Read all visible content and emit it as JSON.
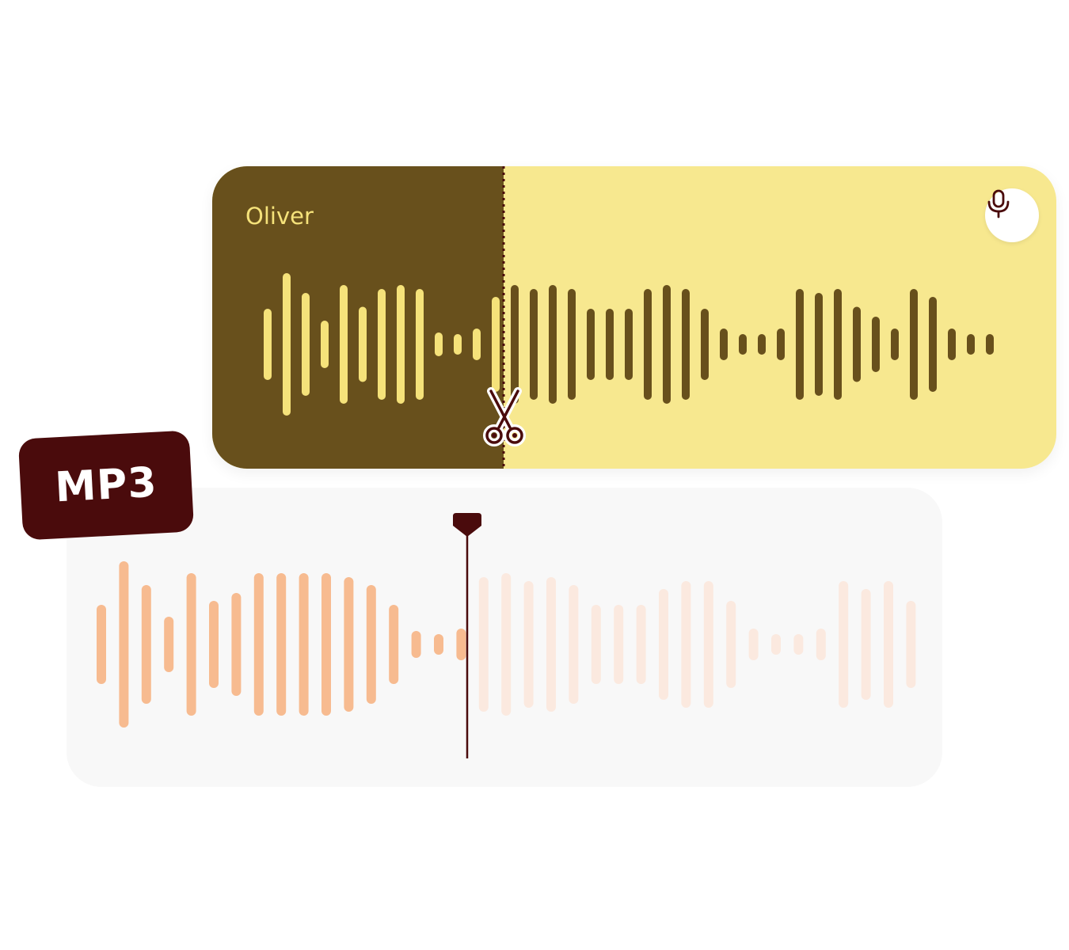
{
  "clip": {
    "speaker_name": "Oliver",
    "mic_icon": "microphone-icon"
  },
  "format_badge": {
    "label": "MP3"
  },
  "icons": {
    "cut": "scissors-icon",
    "playhead": "playhead-icon"
  },
  "colors": {
    "clip_selected_bg": "#68501c",
    "clip_rest_bg": "#f7e88f",
    "badge_bg": "#4a0b0c",
    "timeline_played": "#f7bb90",
    "timeline_unplayed": "#fbe9df",
    "playhead": "#4a0b0c"
  },
  "playhead_progress": 0.46,
  "cut_position_progress": 0.35
}
